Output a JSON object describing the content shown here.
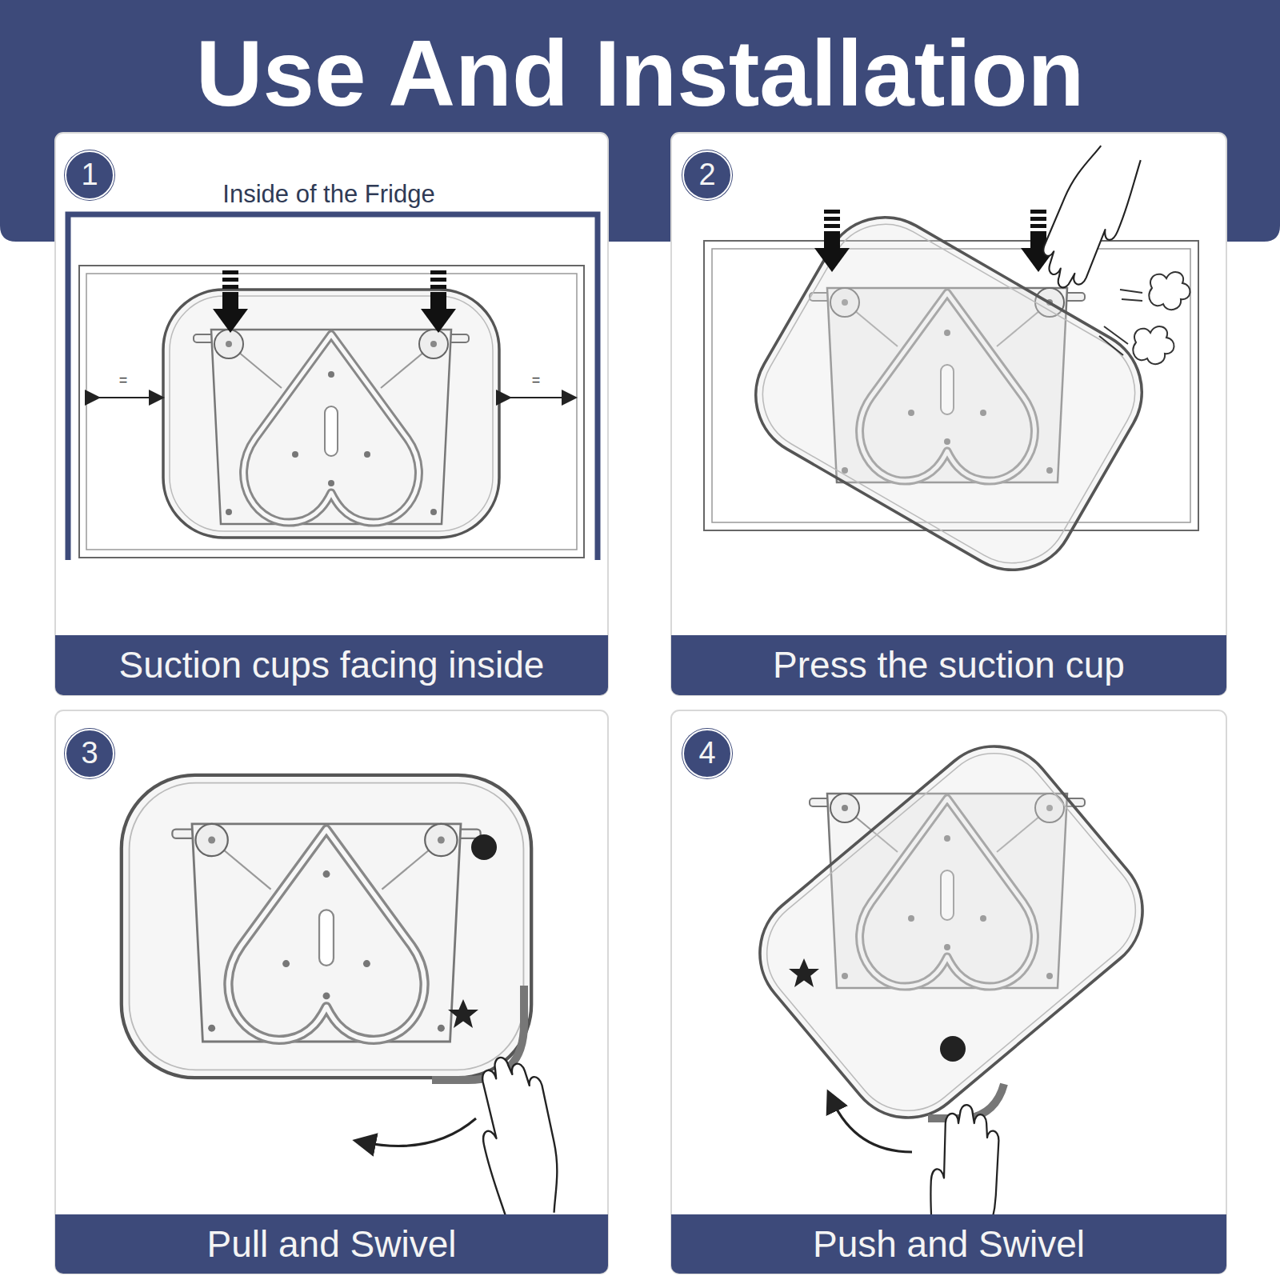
{
  "diagram": {
    "title": "Use And Installation",
    "nodes": [
      {
        "text": [
          "1"
        ]
      },
      {
        "text": [
          "Suction cups facing inside"
        ]
      },
      {
        "text": [
          "2"
        ]
      },
      {
        "text": [
          "Press the suction cup"
        ]
      },
      {
        "text": [
          "3"
        ]
      },
      {
        "text": [
          "Pull and Swivel"
        ]
      },
      {
        "text": [
          "4"
        ]
      },
      {
        "text": [
          "Push and Swivel"
        ]
      }
    ],
    "labels": [
      "Inside of the Fridge",
      "=",
      "="
    ]
  }
}
